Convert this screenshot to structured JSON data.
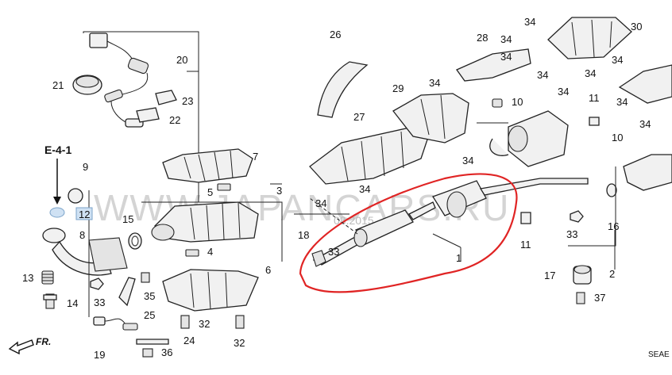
{
  "watermark": "WWW.JAPANCARS.RU",
  "date_stamp": "08.2015",
  "section_ref": "E-4-1",
  "front_label": "FR.",
  "code_label": "SEAE",
  "highlight_color": "#e02424",
  "callouts": {
    "c1": "1",
    "c2": "2",
    "c3": "3",
    "c4": "4",
    "c5": "5",
    "c6": "6",
    "c7": "7",
    "c8": "8",
    "c9": "9",
    "c10a": "10",
    "c10b": "10",
    "c11a": "11",
    "c11b": "11",
    "c12": "12",
    "c13": "13",
    "c14": "14",
    "c15": "15",
    "c16": "16",
    "c17": "17",
    "c18": "18",
    "c19": "19",
    "c20": "20",
    "c21": "21",
    "c22": "22",
    "c23": "23",
    "c24": "24",
    "c25": "25",
    "c26": "26",
    "c27": "27",
    "c28": "28",
    "c29": "29",
    "c30": "30",
    "c32a": "32",
    "c32b": "32",
    "c33a": "33",
    "c33b": "33",
    "c33c": "33",
    "c34a": "34",
    "c34b": "34",
    "c34c": "34",
    "c34d": "34",
    "c34e": "34",
    "c34f": "34",
    "c34g": "34",
    "c34h": "34",
    "c34i": "34",
    "c34j": "34",
    "c34k": "34",
    "c34l": "34",
    "c34m": "34",
    "c35": "35",
    "c36": "36",
    "c37": "37"
  }
}
